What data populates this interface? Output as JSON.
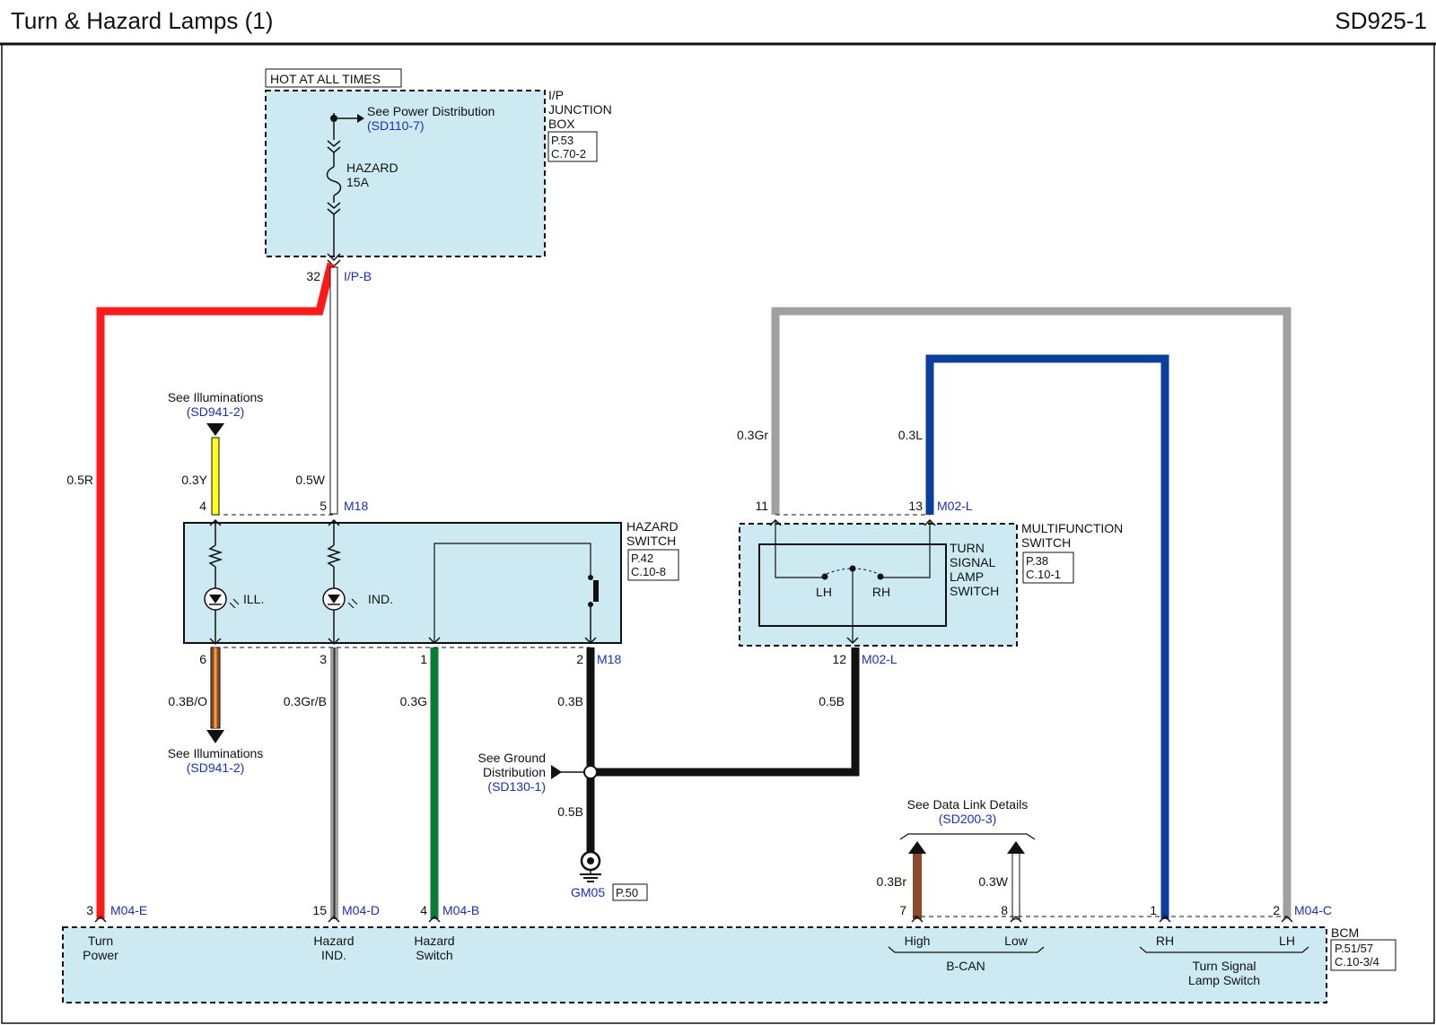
{
  "header": {
    "title": "Turn & Hazard Lamps (1)",
    "code": "SD925-1"
  },
  "colors": {
    "box_fill": "#cdeaf2",
    "red": "#ff1a1a",
    "yellow": "#ffff1a",
    "gray": "#a0a0a0",
    "blue": "#0b3f9e",
    "green": "#0b7a36",
    "brown": "#8b4a2b",
    "black": "#111111",
    "link": "#1c2fb5"
  },
  "junction_box": {
    "hot_label": "HOT AT ALL TIMES",
    "name_lines": [
      "I/P",
      "JUNCTION",
      "BOX"
    ],
    "ref_lines": [
      "P.53",
      "C.70-2"
    ],
    "power_text": "See Power Distribution",
    "power_link": "(SD110-7)",
    "fuse_name": "HAZARD",
    "fuse_rating": "15A",
    "pin": "32",
    "connector": "I/P-B"
  },
  "hazard_switch": {
    "name_lines": [
      "HAZARD",
      "SWITCH"
    ],
    "ref_lines": [
      "P.42",
      "C.10-8"
    ],
    "ill_label": "ILL.",
    "ind_label": "IND.",
    "top_connector": "M18",
    "bottom_connector": "M18",
    "pins_top": [
      "4",
      "5"
    ],
    "pins_bottom": [
      "6",
      "3",
      "1",
      "2"
    ]
  },
  "multifunction_switch": {
    "name_lines": [
      "MULTIFUNCTION",
      "SWITCH"
    ],
    "ref_lines": [
      "P.38",
      "C.10-1"
    ],
    "inner_lines": [
      "TURN",
      "SIGNAL",
      "LAMP",
      "SWITCH"
    ],
    "lh": "LH",
    "rh": "RH",
    "pins_top": [
      "11",
      "13"
    ],
    "top_connector": "M02-L",
    "pin_bottom": "12",
    "bottom_connector": "M02-L"
  },
  "illum_refs": {
    "text": "See Illuminations",
    "link": "(SD941-2)"
  },
  "ground": {
    "text_lines": [
      "See Ground",
      "Distribution"
    ],
    "link": "(SD130-1)",
    "point": "GM05",
    "ref": "P.50"
  },
  "data_link": {
    "text": "See Data Link Details",
    "link": "(SD200-3)"
  },
  "wires": {
    "red": "0.5R",
    "yellow": "0.3Y",
    "white_top": "0.5W",
    "gray_left": "0.3Gr",
    "blue": "0.3L",
    "brown_orange": "0.3B/O",
    "gray_black": "0.3Gr/B",
    "green": "0.3G",
    "black_switch": "0.3B",
    "black_mfs": "0.5B",
    "black_ground": "0.5B",
    "brown": "0.3Br",
    "white_low": "0.3W"
  },
  "bcm": {
    "name": "BCM",
    "ref_lines": [
      "P.51/57",
      "C.10-3/4"
    ],
    "pins": [
      {
        "pin": "3",
        "connector": "M04-E",
        "label_lines": [
          "Turn",
          "Power"
        ]
      },
      {
        "pin": "15",
        "connector": "M04-D",
        "label_lines": [
          "Hazard",
          "IND."
        ]
      },
      {
        "pin": "4",
        "connector": "M04-B",
        "label_lines": [
          "Hazard",
          "Switch"
        ]
      },
      {
        "pin": "7",
        "connector": "",
        "label_lines": [
          "High"
        ]
      },
      {
        "pin": "8",
        "connector": "",
        "label_lines": [
          "Low"
        ]
      },
      {
        "pin": "1",
        "connector": "",
        "label_lines": [
          "RH"
        ]
      },
      {
        "pin": "2",
        "connector": "M04-C",
        "label_lines": [
          "LH"
        ]
      }
    ],
    "bcan": "B-CAN",
    "turn_signal_lines": [
      "Turn Signal",
      "Lamp Switch"
    ]
  }
}
